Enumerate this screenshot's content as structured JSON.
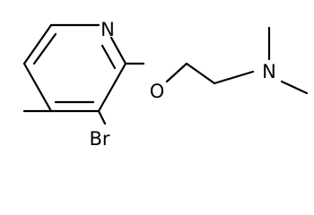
{
  "molecule": {
    "atoms": {
      "ring_nitrogen": "N",
      "ether_oxygen": "O",
      "amine_nitrogen": "N",
      "bromine": "Br"
    }
  }
}
